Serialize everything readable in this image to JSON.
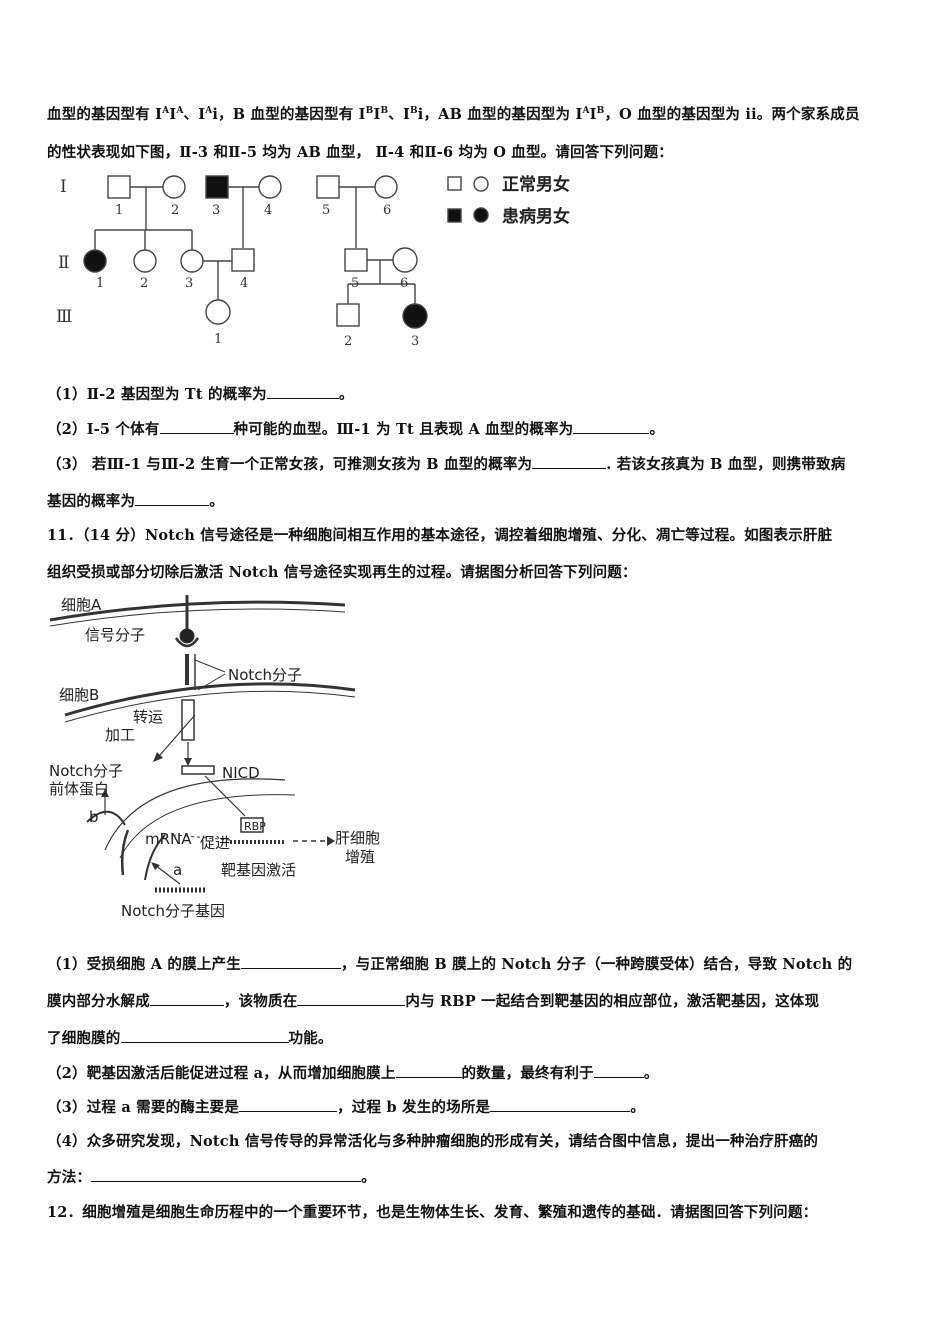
{
  "intro": {
    "line1_prefix": "血型的基因型有 I",
    "line1_rest": "，B 血型的基因型有 I",
    "line1_rest2": "，AB 血型的基因型为 I",
    "line1_end": "，O 血型的基因型为 ii。两个家系成员",
    "line2": "的性状表现如下图，Ⅱ-3 和Ⅱ-5 均为 AB 血型， Ⅱ-4 和Ⅱ-6 均为 O 血型。请回答下列问题："
  },
  "pedigree": {
    "generations": [
      "Ⅰ",
      "Ⅱ",
      "Ⅲ"
    ],
    "gen1_labels": [
      "1",
      "2",
      "3",
      "4",
      "5",
      "6"
    ],
    "gen2_labels": [
      "1",
      "2",
      "3",
      "4",
      "5",
      "6"
    ],
    "gen3_labels": [
      "1",
      "2",
      "3"
    ],
    "legend_normal": "正常男女",
    "legend_affected": "患病男女"
  },
  "q10": {
    "q1_text": "（1）Ⅱ-2 基因型为 Tt 的概率为",
    "q1_end": "。",
    "q2_text": "（2）Ⅰ-5 个体有",
    "q2_mid": "种可能的血型。Ⅲ-1 为 Tt 且表现 A 血型的概率为",
    "q2_end": "。",
    "q3_text": "（3） 若Ⅲ-1 与Ⅲ-2 生育一个正常女孩，可推测女孩为 B 血型的概率为",
    "q3_mid": ". 若该女孩真为 B 血型，则携带致病",
    "q3_line2": "基因的概率为",
    "q3_end": "。"
  },
  "q11": {
    "header": "11．（14 分）Notch 信号途径是一种细胞间相互作用的基本途径，调控着细胞增殖、分化、凋亡等过程。如图表示肝脏",
    "header2": "组织受损或部分切除后激活 Notch 信号途径实现再生的过程。请据图分析回答下列问题：",
    "diagram": {
      "cell_a": "细胞A",
      "signal": "信号分子",
      "notch": "Notch分子",
      "cell_b": "细胞B",
      "transport": "转运",
      "process": "加工",
      "nicd": "NICD",
      "precursor1": "Notch分子",
      "precursor2": "前体蛋白",
      "b": "b",
      "mrna": "mRNA",
      "promote": "促进",
      "rbp": "RBP",
      "a": "a",
      "target": "靶基因激活",
      "liver1": "肝细胞",
      "liver2": "增殖",
      "gene": "Notch分子基因"
    },
    "p1_a": "（1）受损细胞 A 的膜上产生",
    "p1_b": "，与正常细胞 B 膜上的 Notch 分子（一种跨膜受体）结合，导致 Notch 的",
    "p1_c": "膜内部分水解成",
    "p1_d": "，该物质在",
    "p1_e": "内与 RBP 一起结合到靶基因的相应部位，激活靶基因，这体现",
    "p1_f": "了细胞膜的",
    "p1_g": "功能。",
    "p2_a": "（2）靶基因激活后能促进过程 a，从而增加细胞膜上",
    "p2_b": "的数量，最终有利于",
    "p2_c": "。",
    "p3_a": "（3）过程 a 需要的酶主要是",
    "p3_b": "，过程 b 发生的场所是",
    "p3_c": "。",
    "p4_a": "（4）众多研究发现，Notch 信号传导的异常活化与多种肿瘤细胞的形成有关，请结合图中信息，提出一种治疗肝癌的",
    "p4_b": "方法：",
    "p4_c": "。"
  },
  "q12": {
    "text": "12．细胞增殖是细胞生命历程中的一个重要环节，也是生物体生长、发育、繁殖和遗传的基础．请据图回答下列问题："
  }
}
